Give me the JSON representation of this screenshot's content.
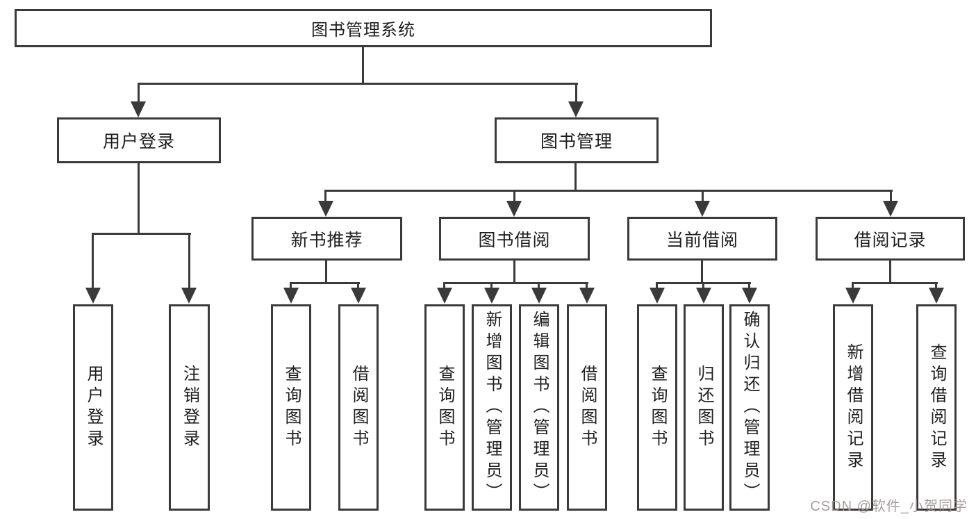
{
  "nodes": {
    "root": "图书管理系统",
    "user_login": "用户登录",
    "book_mgmt": "图书管理",
    "new_book_rec": "新书推荐",
    "book_borrow": "图书借阅",
    "current_borrow": "当前借阅",
    "borrow_record": "借阅记录",
    "ul_user_login": "用户登录",
    "ul_logout": "注销登录",
    "nb_query_book": "查询图书",
    "nb_borrow_book": "借阅图书",
    "bb_query_book": "查询图书",
    "bb_add_book": "新增图书（管理员）",
    "bb_edit_book": "编辑图书（管理员）",
    "bb_borrow_book": "借阅图书",
    "cb_query_book": "查询图书",
    "cb_return_book": "归还图书",
    "cb_confirm_return": "确认归还（管理员）",
    "br_add_record": "新增借阅记录",
    "br_query_record": "查询借阅记录"
  },
  "watermark": "CSDN @软件_小贺同学",
  "colors": {
    "line": "#3a3a3a",
    "text": "#1e1e1e",
    "background": "#ffffff",
    "watermark": "#a09595"
  }
}
